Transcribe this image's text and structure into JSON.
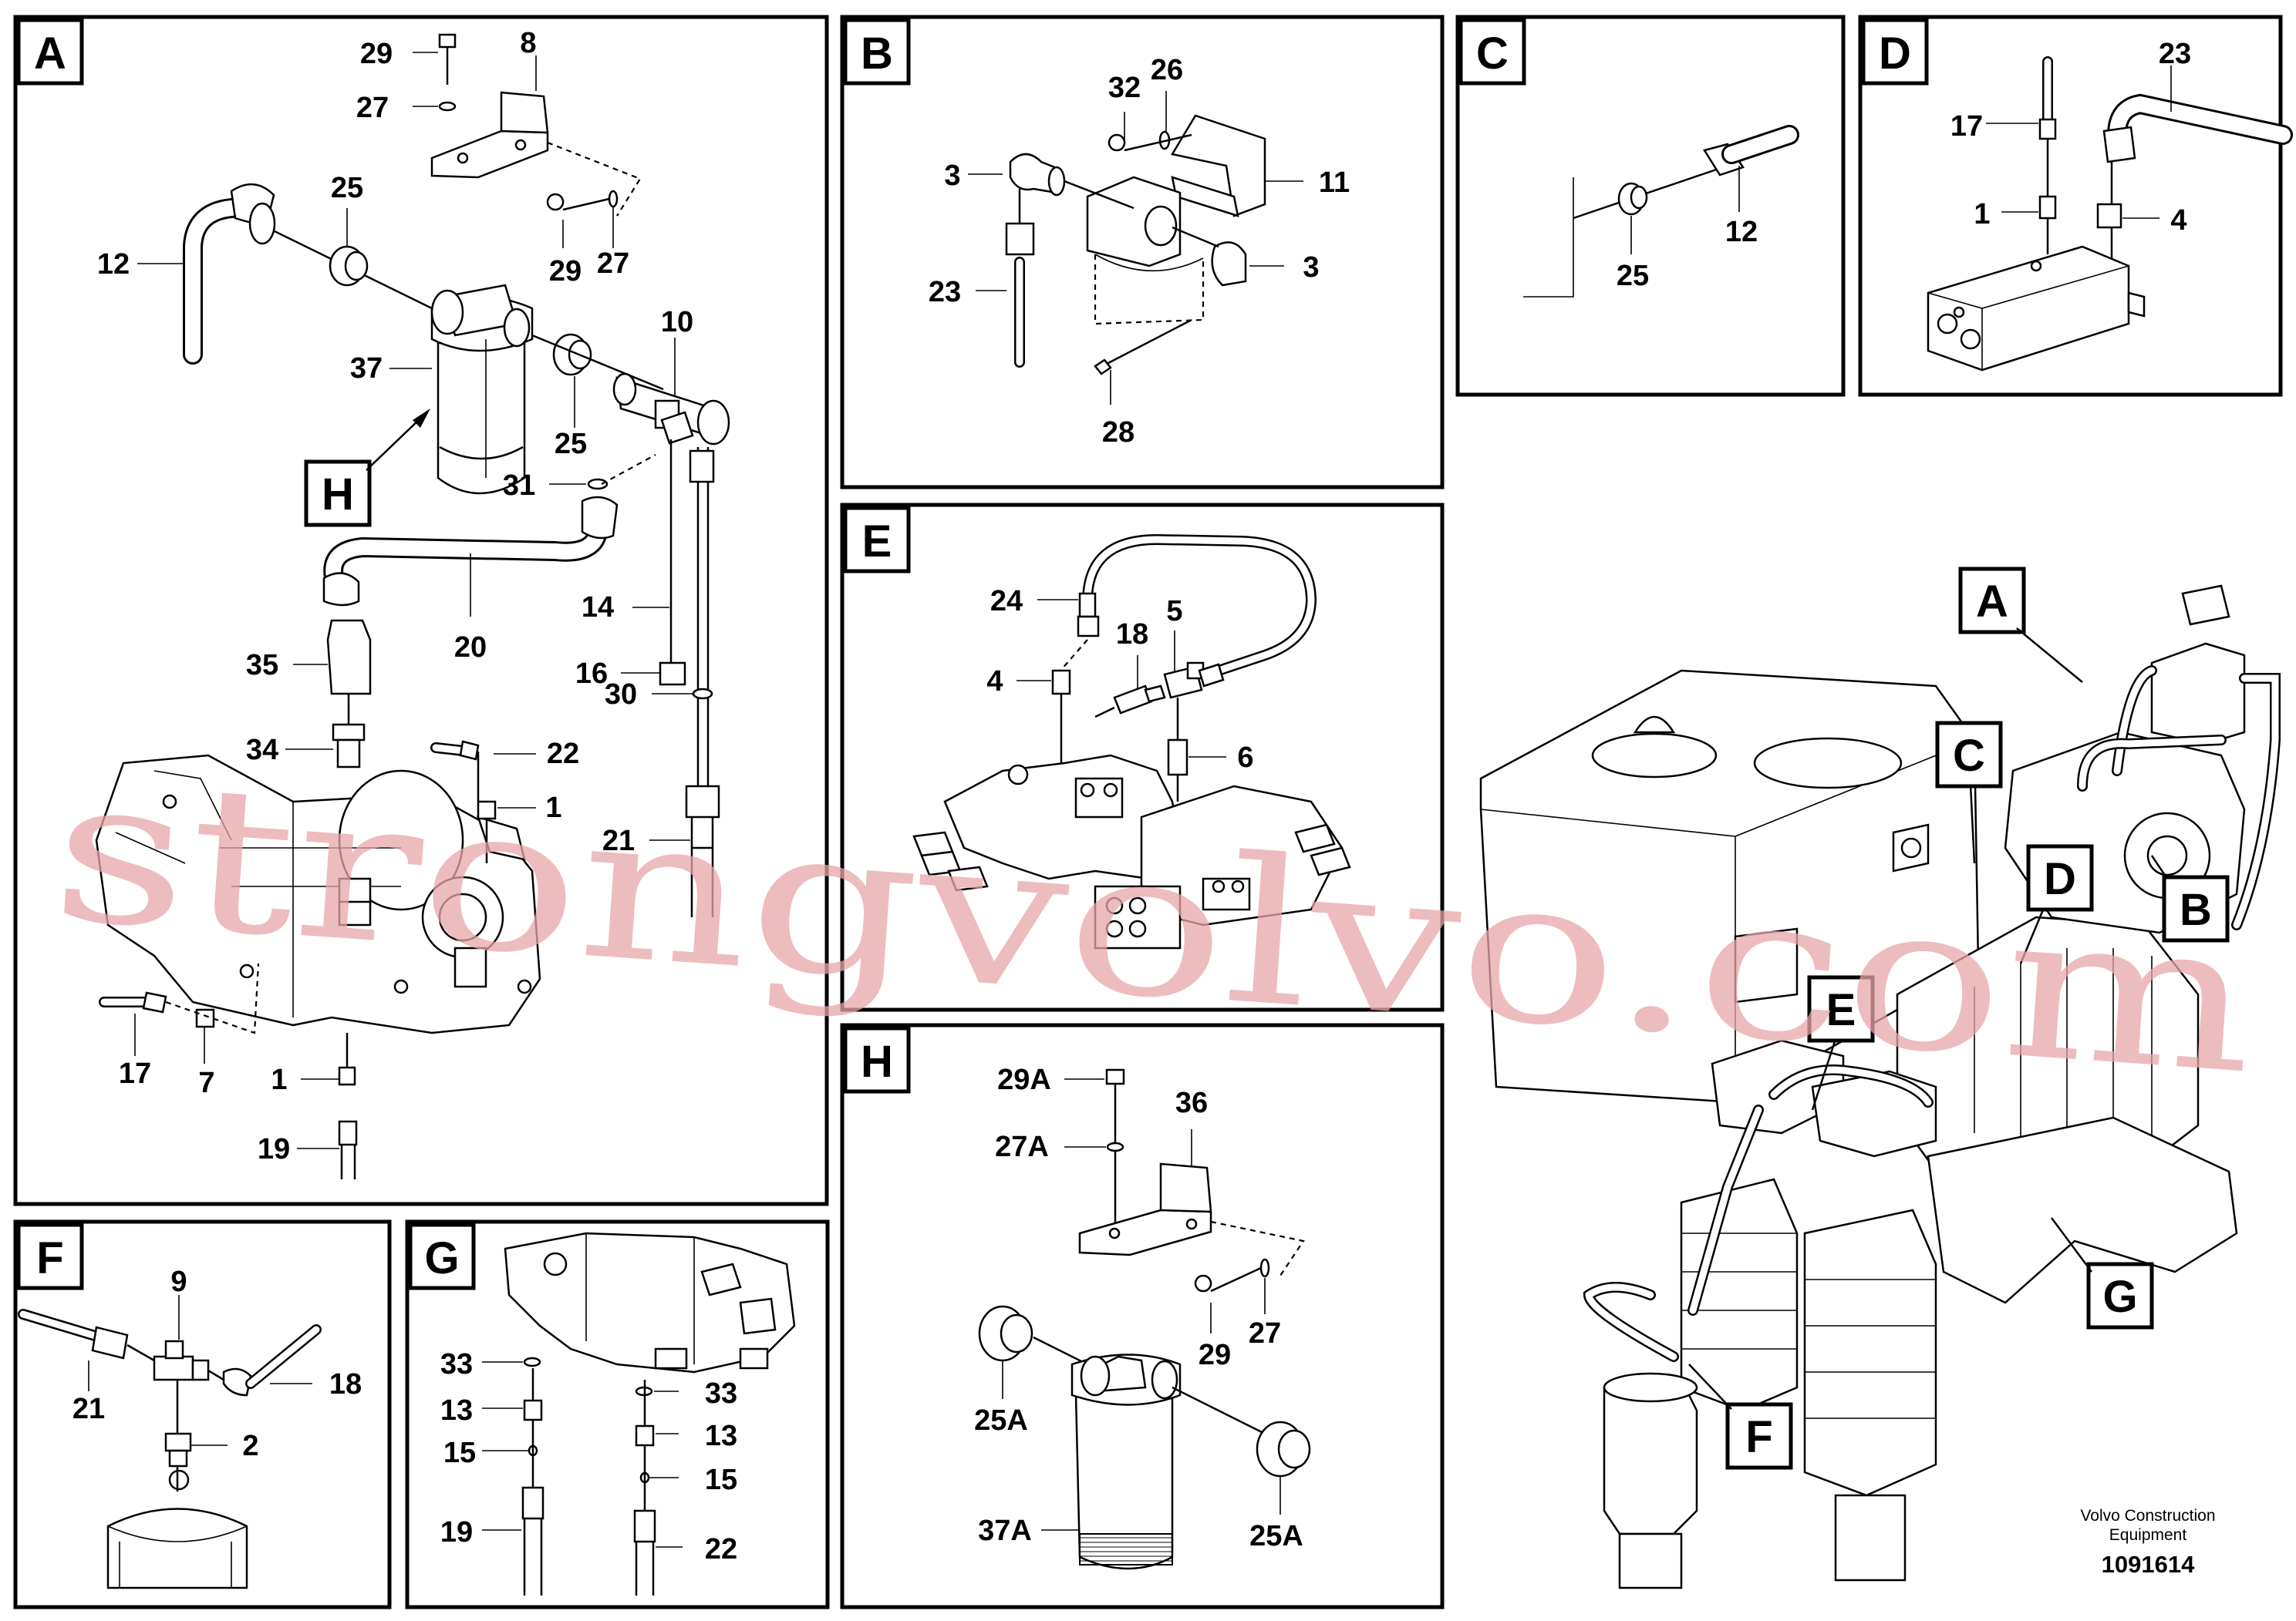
{
  "panels": {
    "A": {
      "letter": "A",
      "labels": [
        "29",
        "8",
        "27",
        "25",
        "12",
        "29",
        "27",
        "10",
        "37",
        "25",
        "31",
        "H",
        "14",
        "20",
        "35",
        "16",
        "34",
        "22",
        "30",
        "1",
        "21",
        "17",
        "7",
        "1",
        "19"
      ]
    },
    "B": {
      "letter": "B",
      "labels": [
        "32",
        "26",
        "3",
        "11",
        "3",
        "23",
        "28"
      ]
    },
    "C": {
      "letter": "C",
      "labels": [
        "12",
        "25"
      ]
    },
    "D": {
      "letter": "D",
      "labels": [
        "23",
        "17",
        "1",
        "4"
      ]
    },
    "E": {
      "letter": "E",
      "labels": [
        "24",
        "18",
        "5",
        "4",
        "6"
      ]
    },
    "F": {
      "letter": "F",
      "labels": [
        "9",
        "21",
        "18",
        "2"
      ]
    },
    "G": {
      "letter": "G",
      "labels": [
        "33",
        "13",
        "15",
        "19",
        "33",
        "13",
        "15",
        "22"
      ]
    },
    "H": {
      "letter": "H",
      "labels": [
        "29A",
        "36",
        "27A",
        "29",
        "27",
        "25A",
        "37A",
        "25A"
      ]
    }
  },
  "overview_tags": [
    "A",
    "C",
    "D",
    "B",
    "E",
    "G",
    "F"
  ],
  "footer": {
    "brand_line1": "Volvo Construction",
    "brand_line2": "Equipment",
    "code": "1091614"
  },
  "watermark": "strongvolvo.com"
}
